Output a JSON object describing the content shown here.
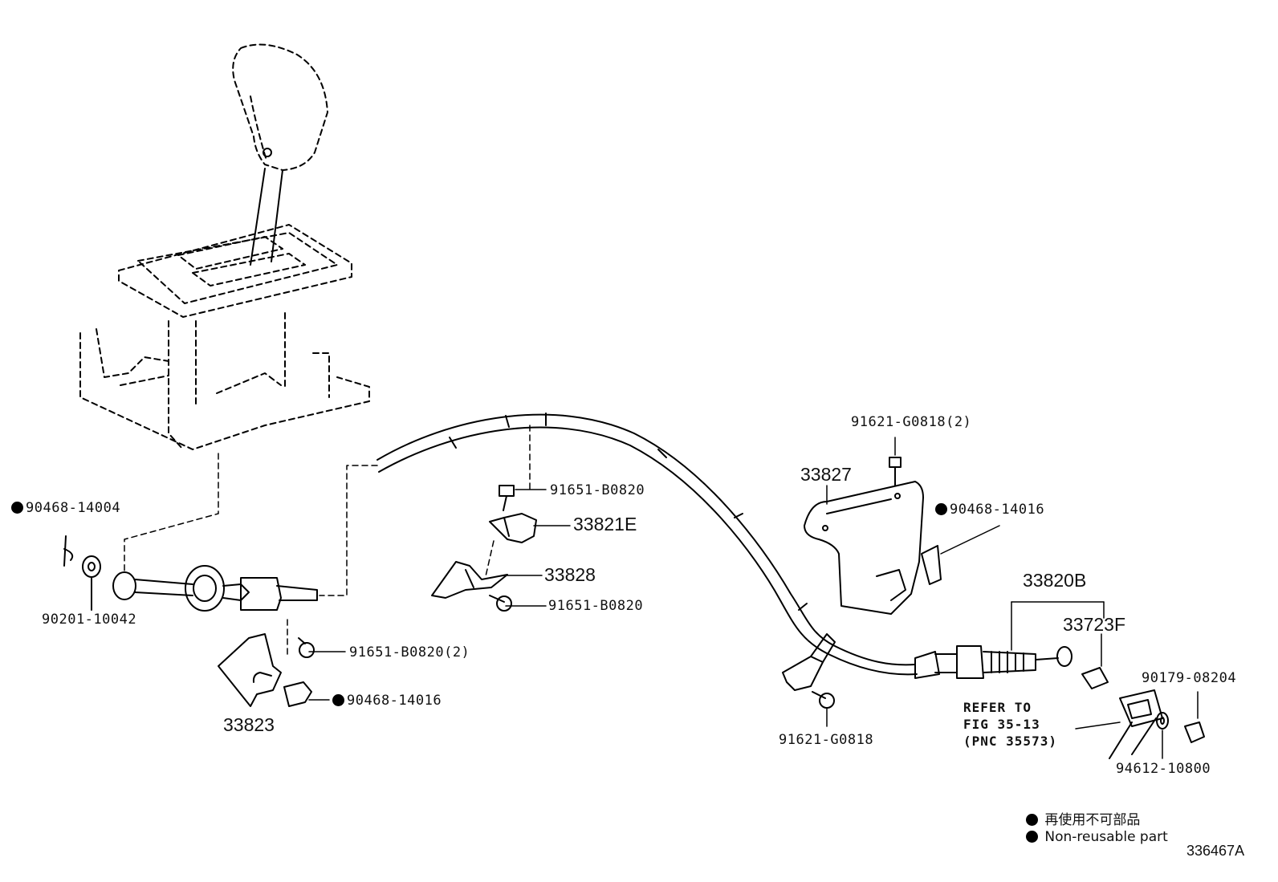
{
  "labels": {
    "p90468_14004": "90468-14004",
    "p90201_10042": "90201-10042",
    "p33823": "33823",
    "p91651_b0820_2": "91651-B0820(2)",
    "p90468_14016_a": "90468-14016",
    "p91651_b0820_a": "91651-B0820",
    "p33821e": "33821E",
    "p33828": "33828",
    "p91651_b0820_b": "91651-B0820",
    "p91621_g0818_2": "91621-G0818(2)",
    "p33827": "33827",
    "p90468_14016_b": "90468-14016",
    "p33820b": "33820B",
    "p33723f": "33723F",
    "p90179_08204": "90179-08204",
    "p91621_g0818": "91621-G0818",
    "p94612_10800": "94612-10800"
  },
  "refer": {
    "line1": "REFER TO",
    "line2": "FIG 35-13",
    "line3": "(PNC 35573)"
  },
  "legend": {
    "jp": "再使用不可部品",
    "en": "Non-reusable part"
  },
  "figure_code": "336467A"
}
